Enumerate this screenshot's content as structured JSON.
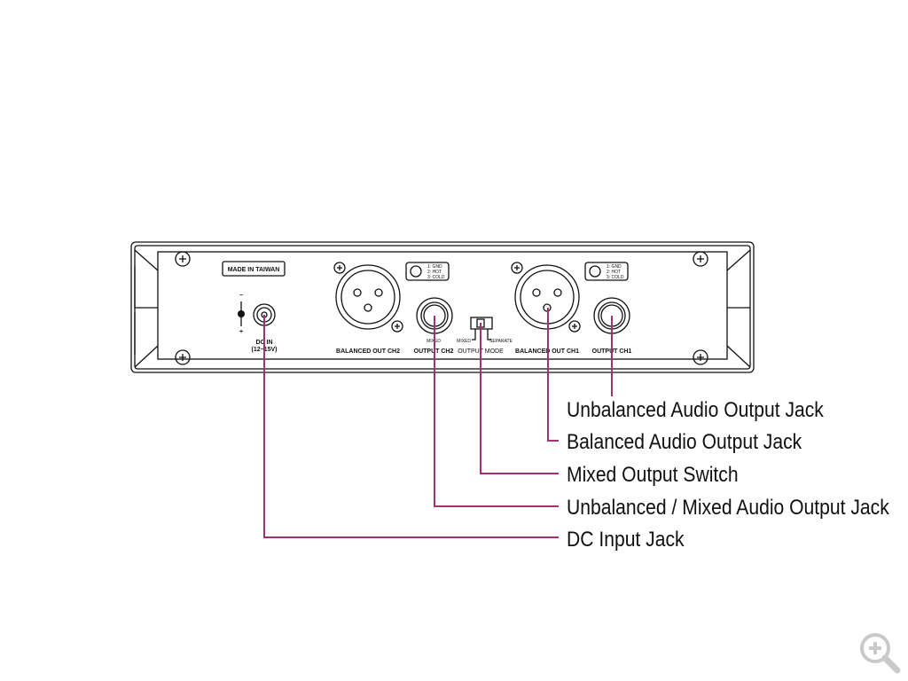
{
  "panel": {
    "made_in": "MADE IN TAIWAN",
    "dc_minus": "−",
    "dc_plus": "+",
    "dc_in": "DC IN",
    "dc_range": "(12~15V)",
    "balanced_ch2": "BALANCED OUT CH2",
    "mixed_small": "MIXED",
    "output_ch2": "OUTPUT CH2",
    "switch_mixed": "MIXED",
    "switch_separate": "SEPARATE",
    "output_mode": "OUTPUT MODE",
    "balanced_ch1": "BALANCED OUT CH1",
    "output_ch1": "OUTPUT CH1",
    "pin1": "1: GND",
    "pin2": "2: HOT",
    "pin3": "3: COLD"
  },
  "callouts": [
    "Unbalanced Audio Output Jack",
    "Balanced Audio Output Jack",
    "Mixed Output Switch",
    "Unbalanced / Mixed Audio Output Jack",
    "DC Input Jack"
  ],
  "colors": {
    "callout_line": "#a3306f"
  },
  "zoom_icon": "zoom-in-icon"
}
